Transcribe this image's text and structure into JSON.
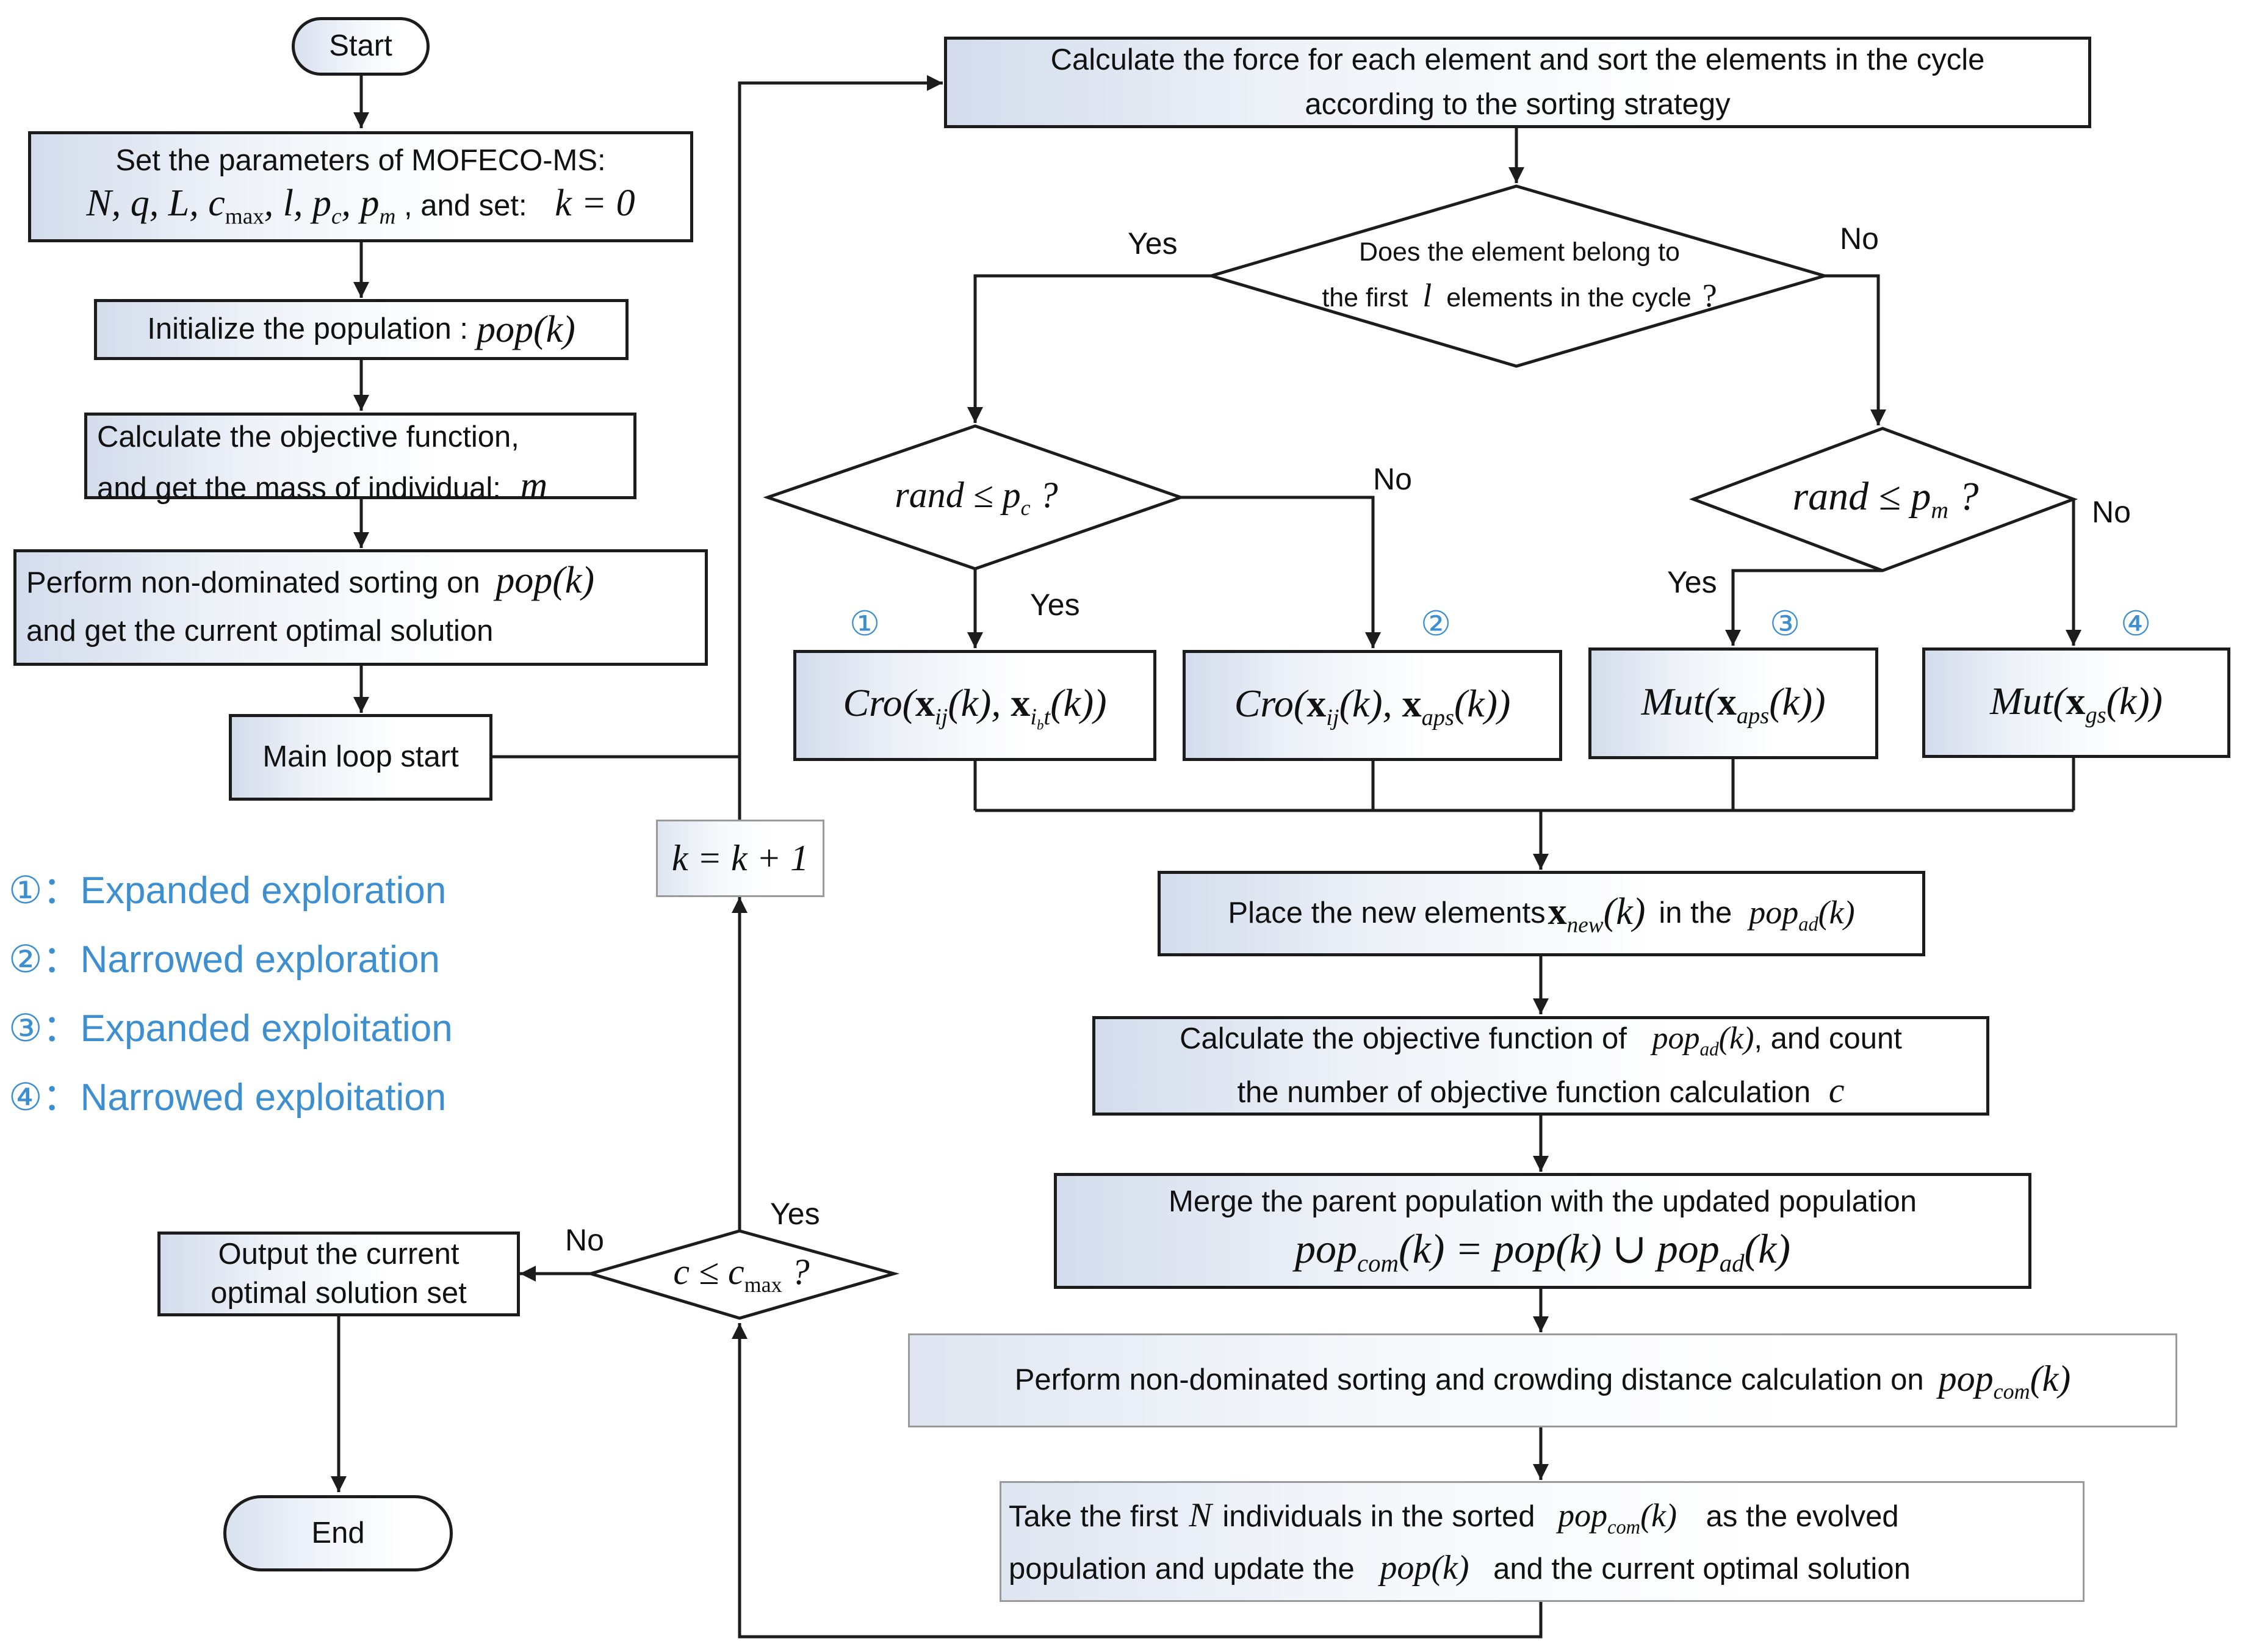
{
  "nodes": {
    "start": "Start",
    "set_params_line1": "Set the parameters of MOFECO-MS:",
    "set_params_and_set": ", and set:",
    "initialize_text": "Initialize the population :",
    "calc_obj_line1": "Calculate the objective function,",
    "calc_obj_line2": "and get the mass of individual:",
    "perform_nd_line1": "Perform non-dominated sorting on",
    "perform_nd_line2": "and get the current optimal solution",
    "main_loop": "Main loop start",
    "k_update": "k = k + 1",
    "output_line1": "Output the current",
    "output_line2": "optimal solution set",
    "end": "End",
    "force_line1": "Calculate the force for each element and sort the elements in the cycle",
    "force_line2": "according to the sorting strategy",
    "decision_belong_line1": "Does the element belong to",
    "decision_belong_line2a": "the first",
    "decision_belong_line2b": "elements in  the cycle",
    "place_line1a": "Place the new elements",
    "place_line1b": "in the",
    "calc_ad_line1a": "Calculate the objective function of",
    "calc_ad_line1b": ", and count",
    "calc_ad_line2": "the number of objective function calculation",
    "merge_line1": "Merge the parent population with the updated population",
    "perform_crowd_line1": "Perform non-dominated sorting and crowding distance calculation  on",
    "take_line1a": "Take the first",
    "take_line1b": "individuals in the sorted",
    "take_line1c": "as the evolved",
    "take_line2a": "population and update the",
    "take_line2b": "and the current optimal solution"
  },
  "edge_labels": {
    "yes_belong": "Yes",
    "no_belong": "No",
    "no_pc": "No",
    "yes_pc": "Yes",
    "yes_pm": "Yes",
    "no_pm": "No",
    "yes_c": "Yes",
    "no_c": "No"
  },
  "markers": [
    "①",
    "②",
    "③",
    "④"
  ],
  "legend": [
    {
      "num": "①",
      "sep": "：",
      "text": "Expanded exploration"
    },
    {
      "num": "②",
      "sep": "：",
      "text": "Narrowed exploration"
    },
    {
      "num": "③",
      "sep": "：",
      "text": "Expanded exploitation"
    },
    {
      "num": "④",
      "sep": "：",
      "text": "Narrowed exploitation"
    }
  ],
  "colors": {
    "line": "#1c1c1c",
    "accent": "#3d8fd0",
    "fill_start": "#d3dcec"
  }
}
